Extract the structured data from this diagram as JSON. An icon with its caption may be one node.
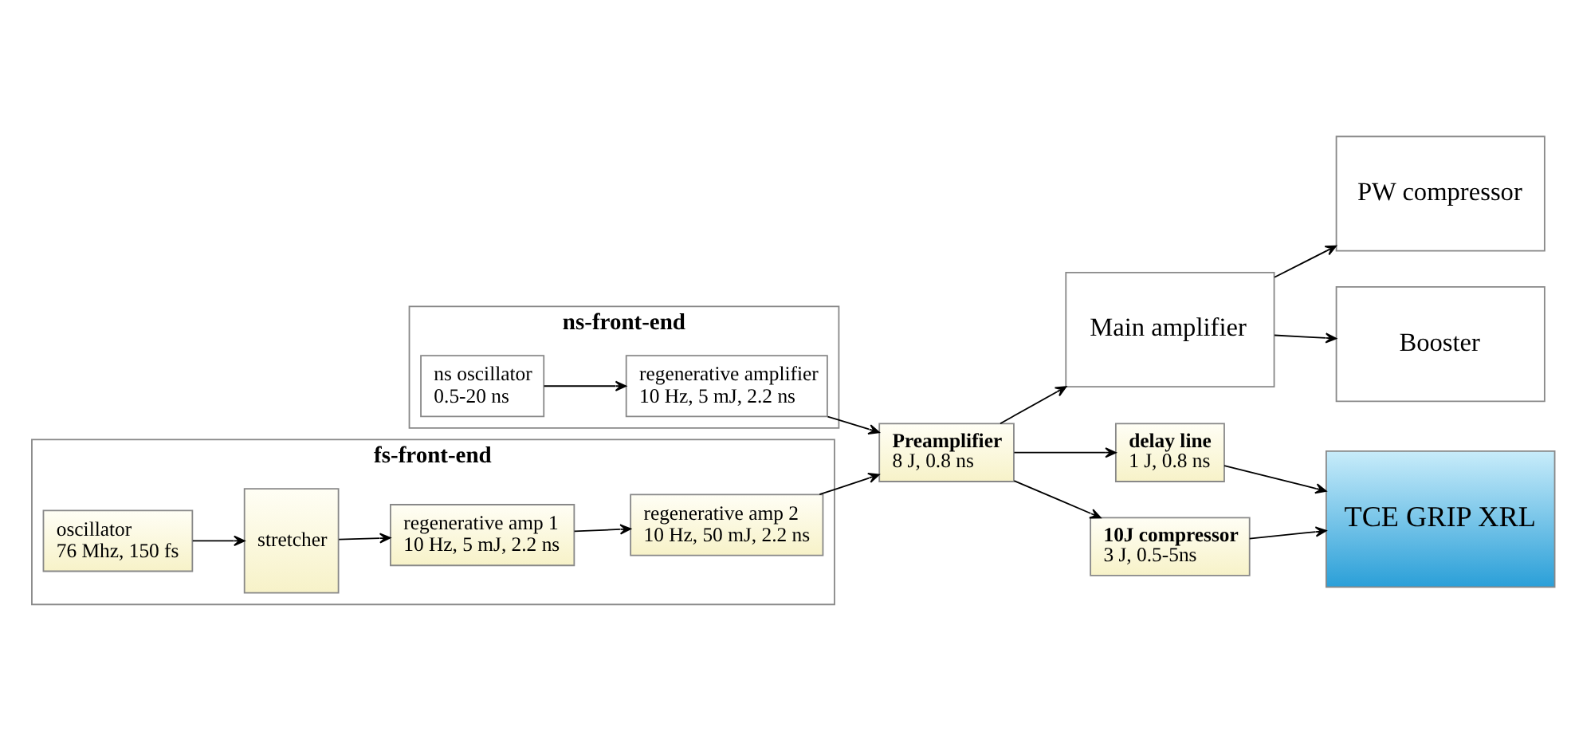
{
  "diagram": {
    "nodes": [
      {
        "text": [
          "fs-front-end"
        ]
      },
      {
        "text": [
          "stretcher"
        ],
        "in": 0
      },
      {
        "text": [
          "oscillator",
          "76 Mhz, 150 fs"
        ],
        "in": 0
      },
      {
        "text": [
          "regenerative amp 1",
          "10 Hz, 5 mJ, 2.2 ns"
        ],
        "in": 0
      },
      {
        "text": [
          "regenerative amp 2",
          "10 Hz, 50 mJ, 2.2 ns"
        ],
        "in": 0
      },
      {
        "text": [
          "ns-front-end"
        ]
      },
      {
        "text": [
          "ns oscillator",
          "0.5-20 ns"
        ],
        "in": 5
      },
      {
        "text": [
          "regenerative amplifier",
          "10 Hz, 5 mJ, 2.2 ns"
        ],
        "in": 5
      },
      {
        "text": [
          "Preamplifier",
          "8 J, 0.8 ns"
        ]
      },
      {
        "text": [
          "Main amplifier"
        ]
      },
      {
        "text": [
          "PW compressor"
        ]
      },
      {
        "text": [
          "Booster"
        ]
      },
      {
        "text": [
          "delay line",
          "1 J, 0.8 ns"
        ]
      },
      {
        "text": [
          "10J compressor",
          "3 J, 0.5-5ns"
        ]
      },
      {
        "text": [
          "TCE GRIP XRL"
        ]
      }
    ],
    "edges": [
      {
        "from": 2,
        "to": 1,
        "arrow": "to"
      },
      {
        "from": 1,
        "to": 3,
        "arrow": "to"
      },
      {
        "from": 3,
        "to": 4,
        "arrow": "to"
      },
      {
        "from": 4,
        "to": 8,
        "arrow": "to"
      },
      {
        "from": 6,
        "to": 7,
        "arrow": "to"
      },
      {
        "from": 7,
        "to": 8,
        "arrow": "to"
      },
      {
        "from": 8,
        "to": 9,
        "arrow": "to"
      },
      {
        "from": 8,
        "to": 12,
        "arrow": "to"
      },
      {
        "from": 8,
        "to": 13,
        "arrow": "to"
      },
      {
        "from": 9,
        "to": 10,
        "arrow": "to"
      },
      {
        "from": 9,
        "to": 11,
        "arrow": "to"
      },
      {
        "from": 12,
        "to": 14,
        "arrow": "to"
      },
      {
        "from": 13,
        "to": 14,
        "arrow": "to"
      }
    ]
  }
}
